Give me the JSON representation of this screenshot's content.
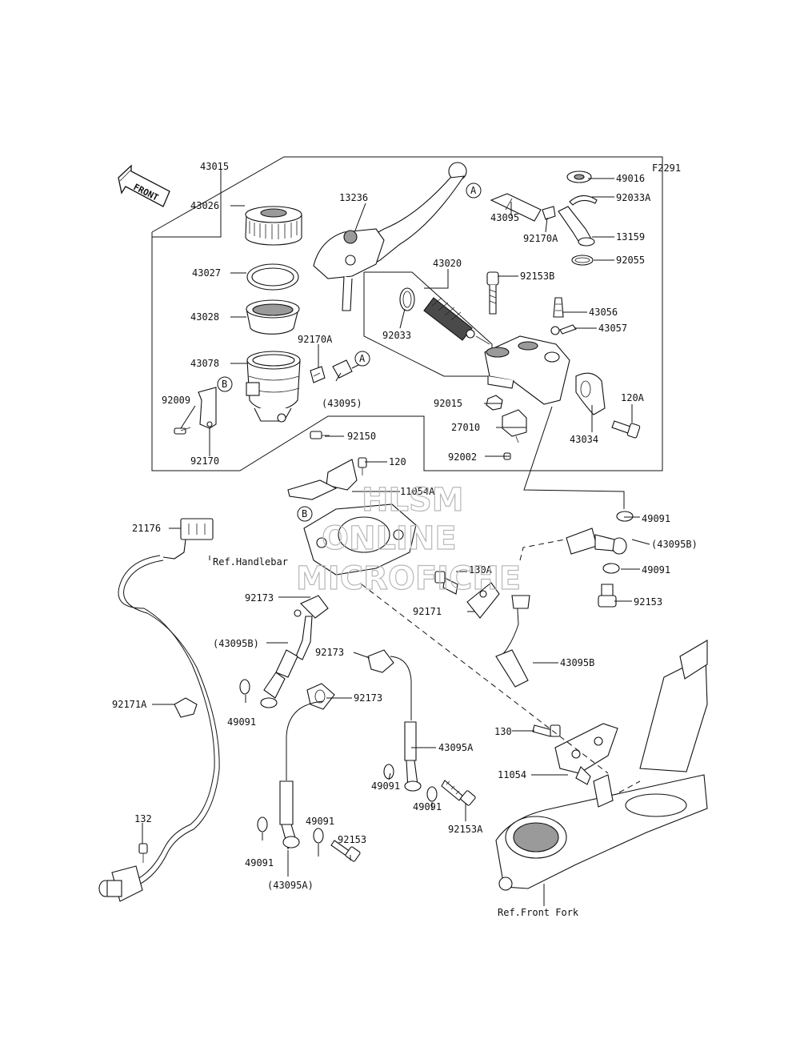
{
  "figure_code": "F2291",
  "front_label": "FRONT",
  "watermark": [
    "HLSM",
    "ONLINE",
    "MICROFICHE"
  ],
  "references": {
    "handlebar": "Ref.Handlebar",
    "front_fork": "Ref.Front Fork"
  },
  "markers": {
    "a": "A",
    "b": "B"
  },
  "part_labels": {
    "p43015": "43015",
    "p43026": "43026",
    "p43027": "43027",
    "p43028": "43028",
    "p43078": "43078",
    "p92009": "92009",
    "p92170": "92170",
    "p13236": "13236",
    "p43020": "43020",
    "p92033": "92033",
    "p92170A_l": "92170A",
    "p43095_paren": "(43095)",
    "p92150": "92150",
    "p43095": "43095",
    "p92170A_r": "92170A",
    "p49016": "49016",
    "p92033A": "92033A",
    "p13159": "13159",
    "p92055": "92055",
    "p92153B": "92153B",
    "p43056": "43056",
    "p43057": "43057",
    "p92015": "92015",
    "p120A": "120A",
    "p27010": "27010",
    "p43034": "43034",
    "p92002": "92002",
    "p120": "120",
    "p11054A": "11054A",
    "p21176": "21176",
    "p49091_top": "49091",
    "p43095B_paren_r": "(43095B)",
    "p49091_r2": "49091",
    "p92153": "92153",
    "p130A": "130A",
    "p92173_a": "92173",
    "p92171": "92171",
    "p43095B_paren_l": "(43095B)",
    "p43095B": "43095B",
    "p92173_b": "92173",
    "p92173_c": "92173",
    "p49091_l": "49091",
    "p92171A": "92171A",
    "p130": "130",
    "p43095A": "43095A",
    "p11054": "11054",
    "p49091_m": "49091",
    "p49091_m2": "49091",
    "p92153A": "92153A",
    "p132": "132",
    "p49091_b": "49091",
    "p49091_b2": "49091",
    "p92153_b": "92153",
    "p43095A_paren": "(43095A)"
  }
}
